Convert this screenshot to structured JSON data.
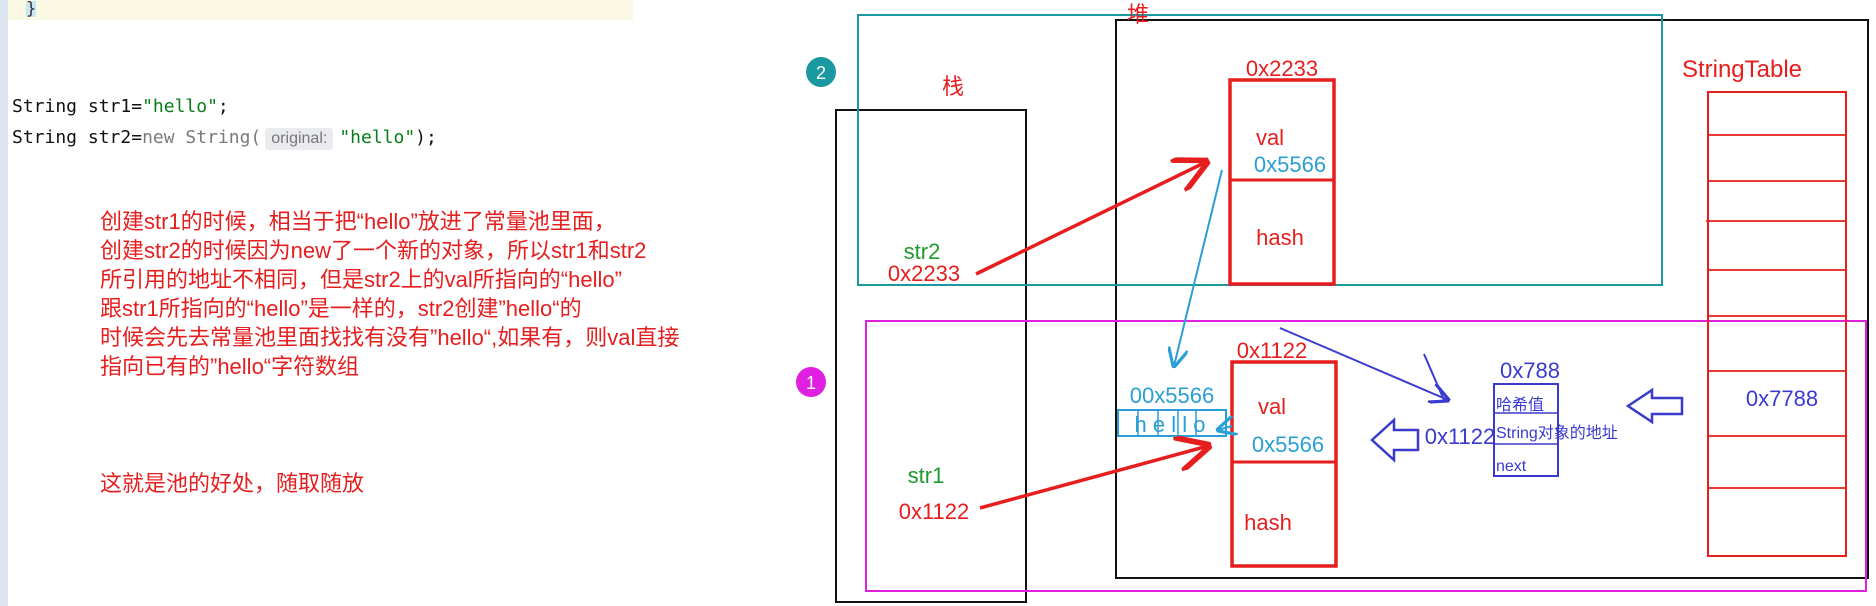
{
  "editor": {
    "caret_glyph": "}",
    "line1": {
      "type": "String",
      "decl": " str1=",
      "value": "\"hello\"",
      "end": ";"
    },
    "line2": {
      "type": "String",
      "decl": " str2=",
      "kw": "new",
      "ctor": " String(",
      "param_hint": "original:",
      "value": "\"hello\"",
      "end": ");"
    }
  },
  "explanation": {
    "lines": [
      "创建str1的时候，相当于把“hello”放进了常量池里面，",
      "创建str2的时候因为new了一个新的对象，所以str1和str2",
      "所引用的地址不相同，但是str2上的val所指向的“hello”",
      "跟str1所指向的“hello”是一样的，str2创建”hello“的",
      "时候会先去常量池里面找找有没有”hello“,如果有，则val直接",
      "指向已有的”hello“字符数组"
    ],
    "slogan": "这就是池的好处，随取随放"
  },
  "diagram": {
    "colors": {
      "red": "#e61e1e",
      "teal": "#1a9aa0",
      "magenta": "#e020e0",
      "blue": "#2a7fd4",
      "indigo": "#3a3acf",
      "green": "#1f9a2e",
      "black": "#111111"
    },
    "stack_label": "栈",
    "heap_label": "堆",
    "badge_2": "2",
    "badge_1": "1",
    "str2": {
      "name": "str2",
      "addr": "0x2233"
    },
    "str1": {
      "name": "str1",
      "addr": "0x1122"
    },
    "obj_top": {
      "addr": "0x2233",
      "field_val": "val",
      "val_ref": "0x5566",
      "field_hash": "hash"
    },
    "obj_bottom": {
      "addr": "0x1122",
      "field_val": "val",
      "val_ref": "0x5566",
      "field_hash": "hash"
    },
    "char_array": {
      "addr": "00x5566",
      "chars": "h e l l o"
    },
    "entry_ref": "0x1122",
    "entry": {
      "addr": "0x788",
      "hash_label": "哈希值",
      "ref_label": "String对象的地址",
      "next_label": "next"
    },
    "string_table": {
      "title": "StringTable",
      "slot_addr": "0x7788"
    }
  }
}
